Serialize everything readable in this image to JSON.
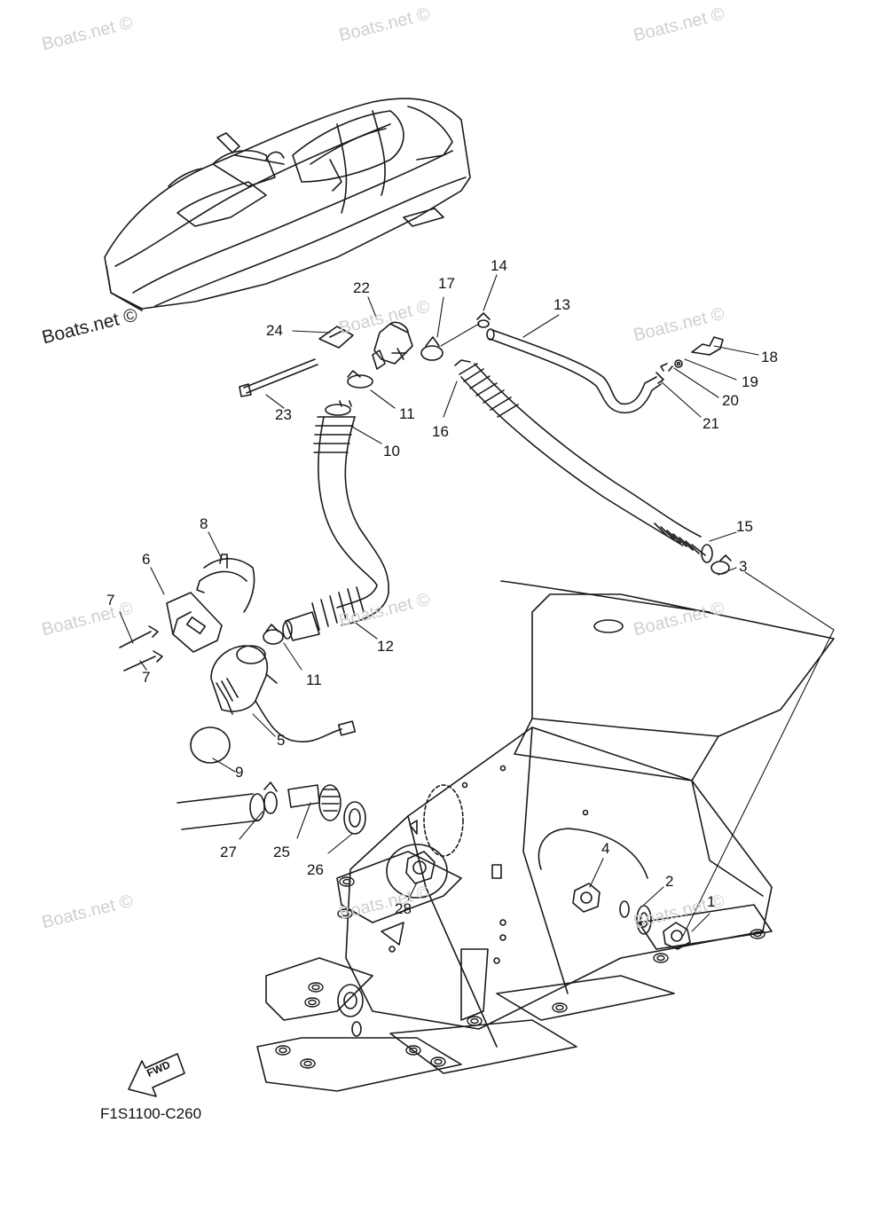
{
  "watermarks": {
    "text": "Boats.net ©"
  },
  "diagram": {
    "code": "F1S1100-C260",
    "fwd_label": "FWD",
    "callouts": [
      "1",
      "2",
      "3",
      "4",
      "5",
      "6",
      "7",
      "7",
      "8",
      "9",
      "10",
      "11",
      "11",
      "12",
      "13",
      "14",
      "15",
      "16",
      "17",
      "18",
      "19",
      "20",
      "21",
      "22",
      "23",
      "24",
      "25",
      "26",
      "27",
      "28"
    ]
  },
  "colors": {
    "line": "#1a1a1a",
    "watermark": "#cfcfcf"
  }
}
